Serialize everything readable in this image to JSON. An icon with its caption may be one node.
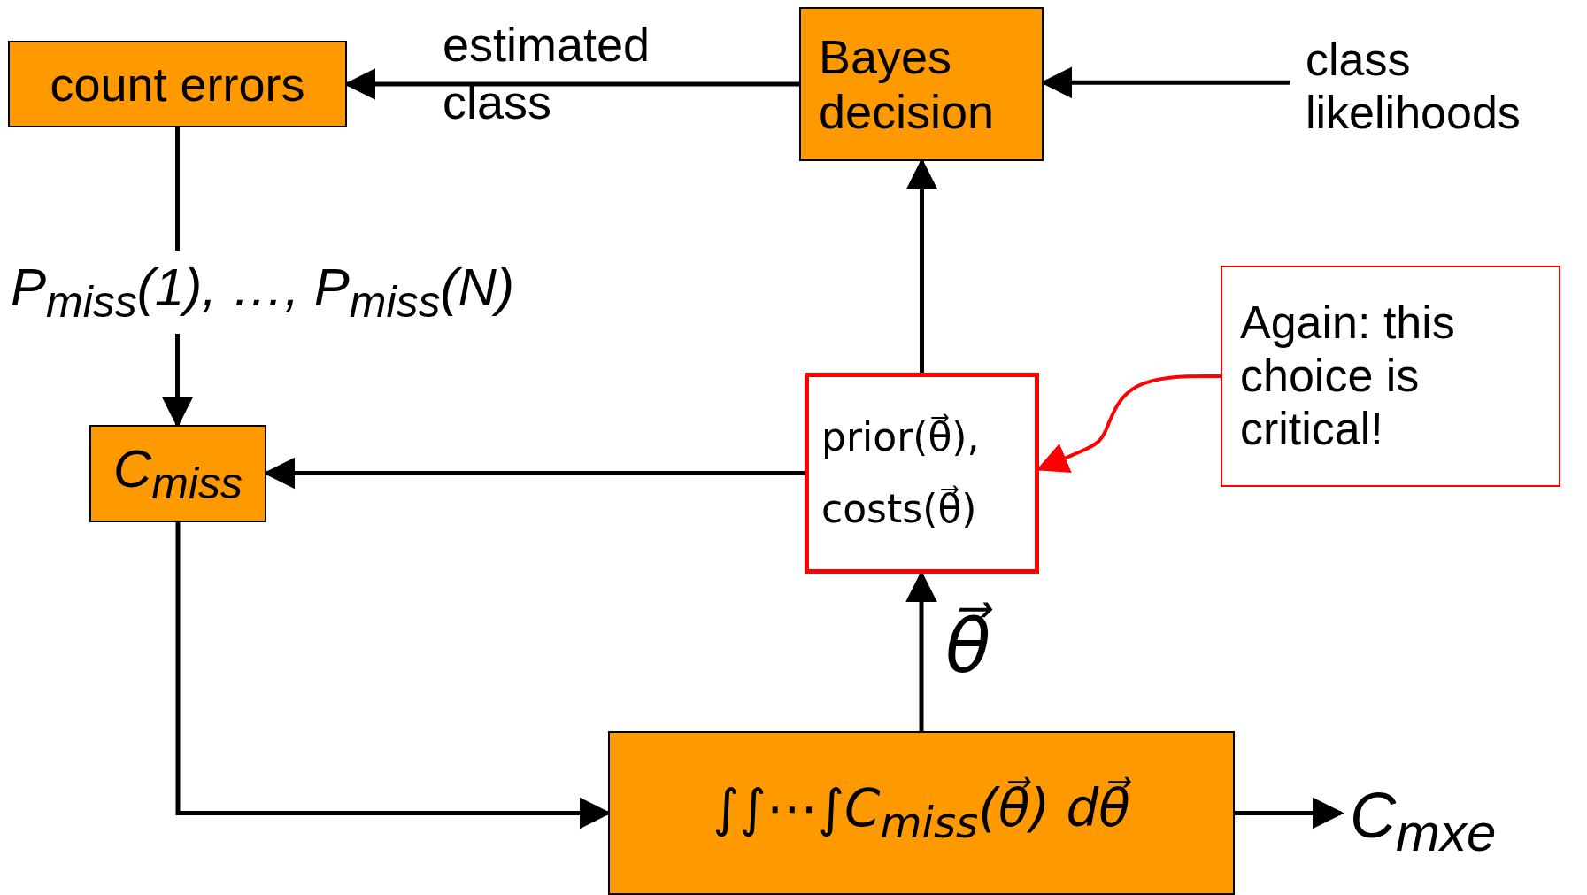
{
  "diagram": {
    "nodes": [
      {
        "text": [
          "count errors"
        ]
      },
      {
        "text": [
          "Bayes decision"
        ]
      },
      {
        "text": [
          "class likelihoods"
        ]
      },
      {
        "text": [
          "C$_{miss}$"
        ]
      },
      {
        "text": [
          "prior(θ⃗),",
          "costs(θ⃗)"
        ]
      },
      {
        "text": [
          "Again: this choice is critical!"
        ]
      },
      {
        "text": [
          "∫∫⋯∫C$_{miss}$(θ⃗) dθ⃗"
        ]
      },
      {
        "text": [
          "C$_{mxe}$"
        ]
      }
    ],
    "edges": [
      {
        "from": 1,
        "to": 0,
        "arrow": "to",
        "label": "estimated class"
      },
      {
        "from": 2,
        "to": 1,
        "arrow": "to"
      },
      {
        "from": 0,
        "to": 3,
        "arrow": "to",
        "label": "P$_{miss}$(1), …, P$_{miss}$(N)"
      },
      {
        "from": 4,
        "to": 1,
        "arrow": "to"
      },
      {
        "from": 4,
        "to": 3,
        "arrow": "to"
      },
      {
        "from": 6,
        "to": 4,
        "arrow": "to",
        "label": "θ⃗"
      },
      {
        "from": 3,
        "to": 6,
        "arrow": "to"
      },
      {
        "from": 6,
        "to": 7,
        "arrow": "to"
      },
      {
        "from": 5,
        "to": 4,
        "arrow": "to",
        "color": "#ff0000"
      }
    ]
  }
}
